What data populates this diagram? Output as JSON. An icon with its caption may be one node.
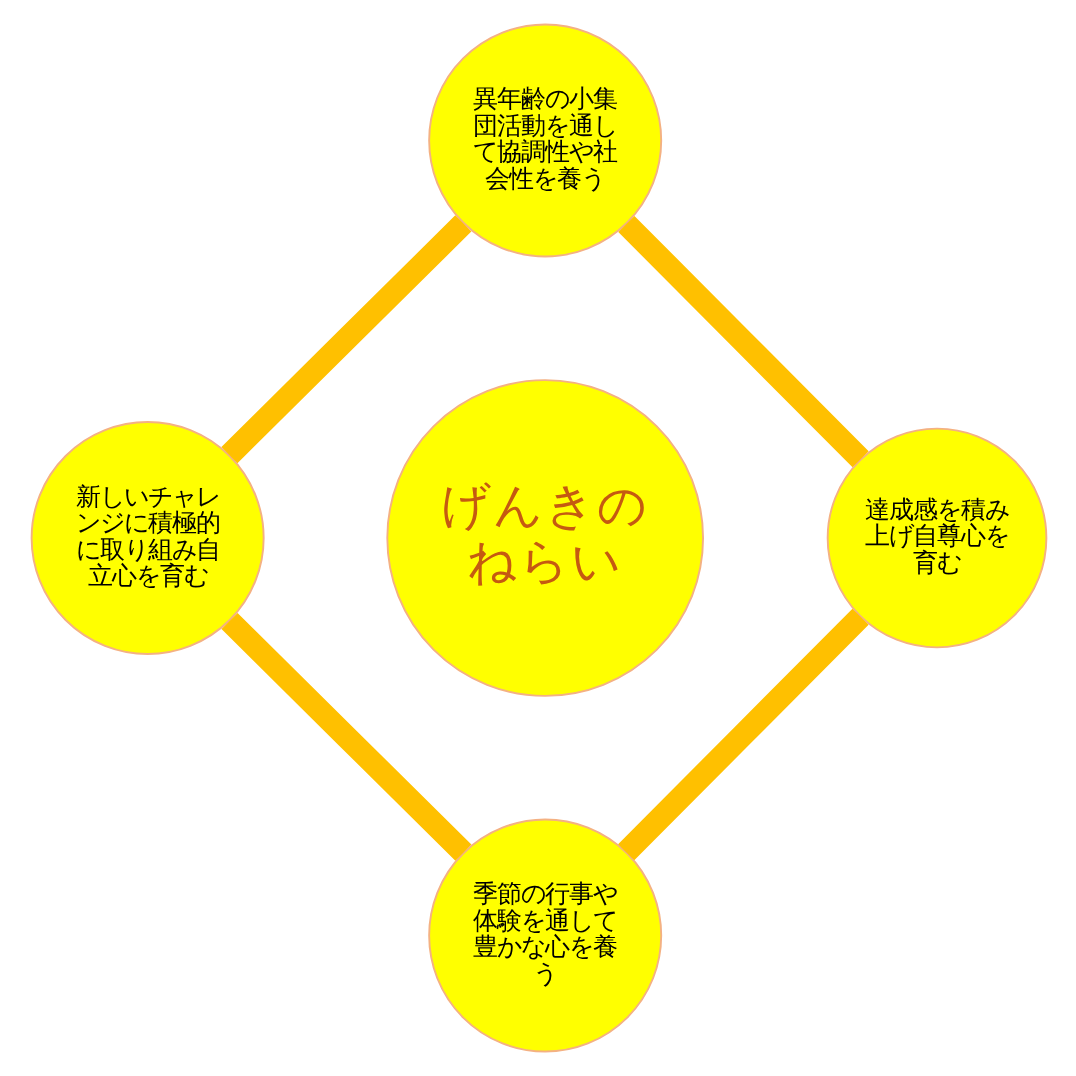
{
  "diagram": {
    "nodes": [
      {
        "text": [
          "げんきのねらい"
        ]
      },
      {
        "text": [
          "異年齢の小集団活動を通して協調性や社会性を養う"
        ]
      },
      {
        "text": [
          "達成感を積み上げ自尊心を育む"
        ]
      },
      {
        "text": [
          "季節の行事や体験を通して豊かな心を養う"
        ]
      },
      {
        "text": [
          "新しいチャレンジに積極的に取り組み自立心を育む"
        ]
      }
    ],
    "edges": [
      {
        "from": 1,
        "to": 2,
        "arrow": "none"
      },
      {
        "from": 2,
        "to": 3,
        "arrow": "none"
      },
      {
        "from": 3,
        "to": 4,
        "arrow": "none"
      },
      {
        "from": 4,
        "to": 1,
        "arrow": "none"
      }
    ]
  }
}
